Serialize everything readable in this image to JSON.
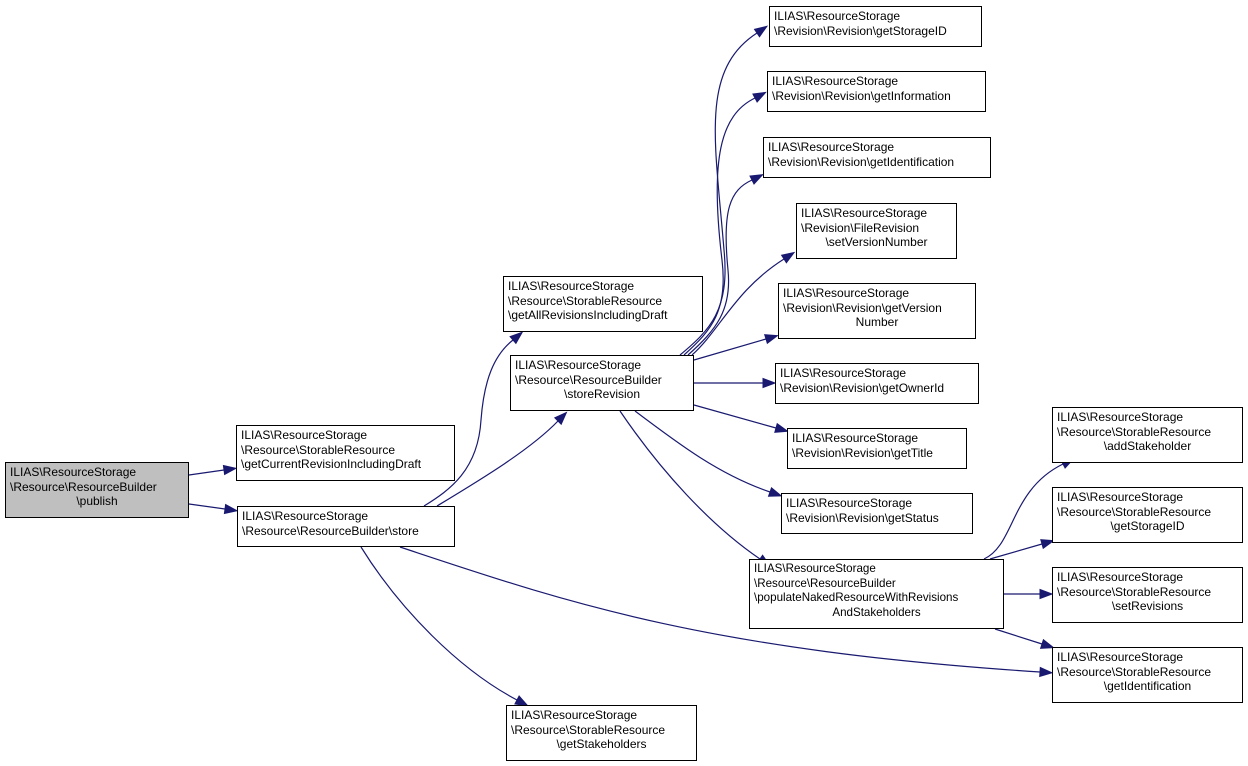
{
  "diagram": {
    "type": "call-graph",
    "edge_color": "#191970",
    "root_fill": "#bfbfbf",
    "nodes": [
      {
        "id": "publish",
        "root": true,
        "lines": [
          "ILIAS\\ResourceStorage",
          "\\Resource\\ResourceBuilder",
          "\\publish"
        ]
      },
      {
        "id": "getCurrentRevisionIncludingDraft",
        "lines": [
          "ILIAS\\ResourceStorage",
          "\\Resource\\StorableResource",
          "\\getCurrentRevisionIncludingDraft"
        ]
      },
      {
        "id": "store",
        "lines": [
          "ILIAS\\ResourceStorage",
          "\\Resource\\ResourceBuilder\\store"
        ]
      },
      {
        "id": "getAllRevisionsIncludingDraft",
        "lines": [
          "ILIAS\\ResourceStorage",
          "\\Resource\\StorableResource",
          "\\getAllRevisionsIncludingDraft"
        ]
      },
      {
        "id": "storeRevision",
        "lines": [
          "ILIAS\\ResourceStorage",
          "\\Resource\\ResourceBuilder",
          "\\storeRevision"
        ]
      },
      {
        "id": "getStakeholders",
        "lines": [
          "ILIAS\\ResourceStorage",
          "\\Resource\\StorableResource",
          "\\getStakeholders"
        ]
      },
      {
        "id": "rev_getStorageID",
        "lines": [
          "ILIAS\\ResourceStorage",
          "\\Revision\\Revision\\getStorageID"
        ]
      },
      {
        "id": "rev_getInformation",
        "lines": [
          "ILIAS\\ResourceStorage",
          "\\Revision\\Revision\\getInformation"
        ]
      },
      {
        "id": "rev_getIdentification",
        "lines": [
          "ILIAS\\ResourceStorage",
          "\\Revision\\Revision\\getIdentification"
        ]
      },
      {
        "id": "setVersionNumber",
        "lines": [
          "ILIAS\\ResourceStorage",
          "\\Revision\\FileRevision",
          "\\setVersionNumber"
        ]
      },
      {
        "id": "getVersionNumber",
        "lines": [
          "ILIAS\\ResourceStorage",
          "\\Revision\\Revision\\getVersion",
          "Number"
        ]
      },
      {
        "id": "getOwnerId",
        "lines": [
          "ILIAS\\ResourceStorage",
          "\\Revision\\Revision\\getOwnerId"
        ]
      },
      {
        "id": "getTitle",
        "lines": [
          "ILIAS\\ResourceStorage",
          "\\Revision\\Revision\\getTitle"
        ]
      },
      {
        "id": "getStatus",
        "lines": [
          "ILIAS\\ResourceStorage",
          "\\Revision\\Revision\\getStatus"
        ]
      },
      {
        "id": "populateNaked",
        "lines": [
          "ILIAS\\ResourceStorage",
          "\\Resource\\ResourceBuilder",
          "\\populateNakedResourceWithRevisions",
          "AndStakeholders"
        ]
      },
      {
        "id": "addStakeholder",
        "lines": [
          "ILIAS\\ResourceStorage",
          "\\Resource\\StorableResource",
          "\\addStakeholder"
        ]
      },
      {
        "id": "sr_getStorageID",
        "lines": [
          "ILIAS\\ResourceStorage",
          "\\Resource\\StorableResource",
          "\\getStorageID"
        ]
      },
      {
        "id": "setRevisions",
        "lines": [
          "ILIAS\\ResourceStorage",
          "\\Resource\\StorableResource",
          "\\setRevisions"
        ]
      },
      {
        "id": "sr_getIdentification",
        "lines": [
          "ILIAS\\ResourceStorage",
          "\\Resource\\StorableResource",
          "\\getIdentification"
        ]
      }
    ],
    "edges": [
      [
        "publish",
        "getCurrentRevisionIncludingDraft"
      ],
      [
        "publish",
        "store"
      ],
      [
        "store",
        "getAllRevisionsIncludingDraft"
      ],
      [
        "store",
        "storeRevision"
      ],
      [
        "store",
        "getStakeholders"
      ],
      [
        "store",
        "sr_getIdentification"
      ],
      [
        "storeRevision",
        "rev_getStorageID"
      ],
      [
        "storeRevision",
        "rev_getInformation"
      ],
      [
        "storeRevision",
        "rev_getIdentification"
      ],
      [
        "storeRevision",
        "setVersionNumber"
      ],
      [
        "storeRevision",
        "getVersionNumber"
      ],
      [
        "storeRevision",
        "getOwnerId"
      ],
      [
        "storeRevision",
        "getTitle"
      ],
      [
        "storeRevision",
        "getStatus"
      ],
      [
        "storeRevision",
        "populateNaked"
      ],
      [
        "populateNaked",
        "addStakeholder"
      ],
      [
        "populateNaked",
        "sr_getStorageID"
      ],
      [
        "populateNaked",
        "setRevisions"
      ],
      [
        "populateNaked",
        "sr_getIdentification"
      ]
    ]
  }
}
